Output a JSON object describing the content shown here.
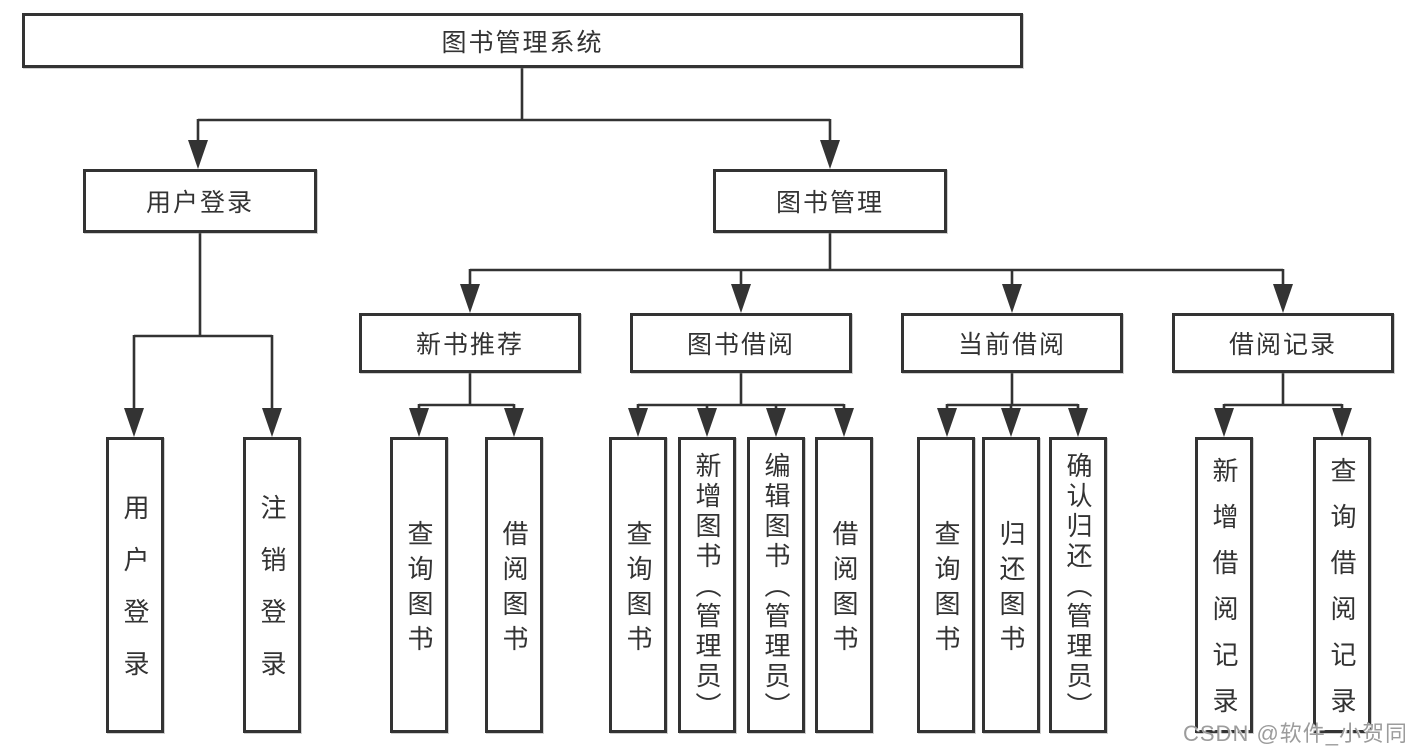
{
  "diagram": {
    "title": "图书管理系统",
    "user_login": {
      "label": "用户登录",
      "children": [
        "用户登录",
        "注销登录"
      ]
    },
    "book_mgmt": {
      "label": "图书管理",
      "new_books": {
        "label": "新书推荐",
        "children": [
          "查询图书",
          "借阅图书"
        ]
      },
      "book_borrow": {
        "label": "图书借阅",
        "children": [
          "查询图书",
          "新增图书（管理员）",
          "编辑图书（管理员）",
          "借阅图书"
        ]
      },
      "current_borrow": {
        "label": "当前借阅",
        "children": [
          "查询图书",
          "归还图书",
          "确认归还（管理员）"
        ]
      },
      "borrow_records": {
        "label": "借阅记录",
        "children": [
          "新增借阅记录",
          "查询借阅记录"
        ]
      }
    }
  },
  "watermark": "CSDN @软件_小贺同学",
  "colors": {
    "line": "#333333",
    "text": "#333333",
    "box_background": "#ffffff",
    "watermark_text": "#9c9c9c",
    "background": "#ffffff"
  }
}
